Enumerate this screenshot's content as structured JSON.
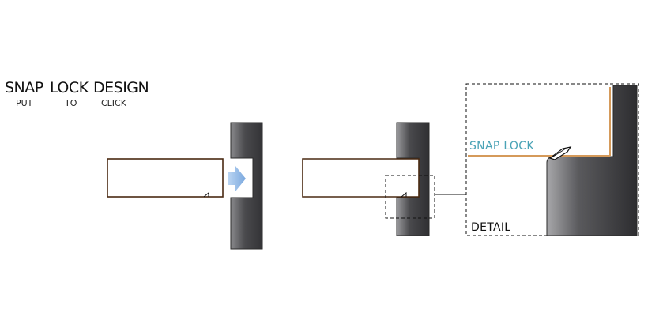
{
  "title": {
    "words": [
      "SNAP",
      "LOCK",
      "DESIGN"
    ],
    "subtitle": [
      "PUT",
      "TO",
      "CLICK"
    ]
  },
  "callouts": {
    "snap_lock_label": "SNAP LOCK",
    "detail_label": "DETAIL"
  },
  "colors": {
    "wall_dark": "#3b3b3e",
    "wall_light": "#8a8a8d",
    "board_outline": "#4a2a12",
    "arrow_blue": "#8fb9e6",
    "snap_label": "#4aa3b6",
    "snap_edge": "#d59a5a"
  },
  "icons": {
    "insert_arrow": "right-arrow-icon"
  }
}
